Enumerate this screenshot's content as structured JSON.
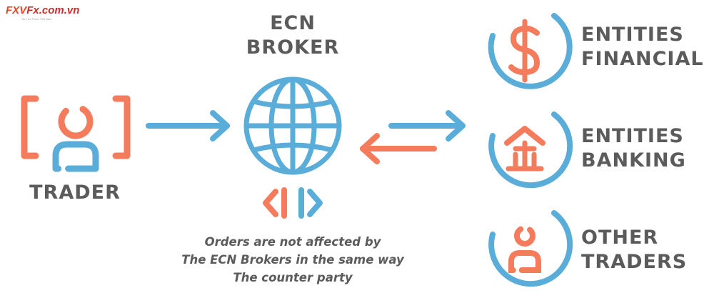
{
  "logo": {
    "brand_fx": "FXV",
    "brand_domain": "Fx.com.vn",
    "tagline": "Tin Tức Forex Việt Nam"
  },
  "broker": {
    "line1": "ECN",
    "line2": "BROKER"
  },
  "trader": {
    "label": "TRADER"
  },
  "entities": [
    {
      "line1": "ENTITIES",
      "line2": "FINANCIAL",
      "icon": "dollar-icon"
    },
    {
      "line1": "ENTITIES",
      "line2": "BANKING",
      "icon": "bank-icon"
    },
    {
      "line1": "OTHER",
      "line2": "TRADERS",
      "icon": "person-icon"
    }
  ],
  "note": [
    "Orders are not affected by",
    "The ECN Brokers in the same way",
    "The counter party"
  ],
  "colors": {
    "blue": "#5aacd9",
    "orange": "#f47c5c",
    "text": "#5b5b5b"
  }
}
